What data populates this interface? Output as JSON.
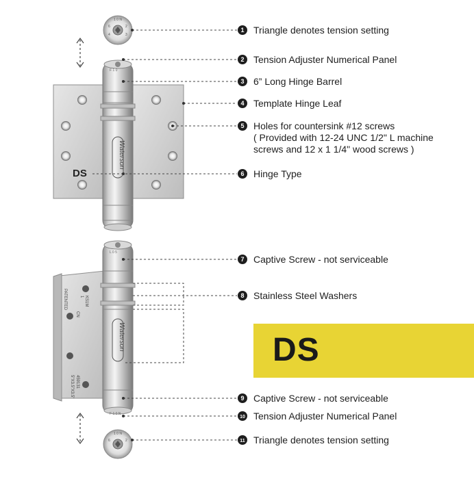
{
  "callouts": [
    {
      "num": "1",
      "text": "Triangle denotes tension setting"
    },
    {
      "num": "2",
      "text": "Tension Adjuster Numerical Panel"
    },
    {
      "num": "3",
      "text": "6” Long Hinge Barrel"
    },
    {
      "num": "4",
      "text": "Template Hinge Leaf"
    },
    {
      "num": "5",
      "lines": [
        "Holes for countersink #12 screws",
        "( Provided with 12-24 UNC 1/2\" L machine",
        "screws and 12 x 1 1/4\" wood screws )"
      ]
    },
    {
      "num": "6",
      "text": "Hinge Type"
    },
    {
      "num": "7",
      "text": "Captive Screw - not serviceable"
    },
    {
      "num": "8",
      "text": "Stainless Steel Washers"
    },
    {
      "num": "9",
      "text": "Captive Screw - not serviceable"
    },
    {
      "num": "10",
      "text": "Tension Adjuster Numerical Panel"
    },
    {
      "num": "11",
      "text": "Triangle denotes tension setting"
    }
  ],
  "hinge_type_label": "DS",
  "badge": {
    "text": "DS",
    "color": "#e8d434"
  },
  "brand_logo": "Waterson",
  "leaf_stamp": [
    "KS1M",
    "1",
    "CN",
    "PATENTED",
    "459131",
    "5\"X3.5\"X3.5\""
  ]
}
